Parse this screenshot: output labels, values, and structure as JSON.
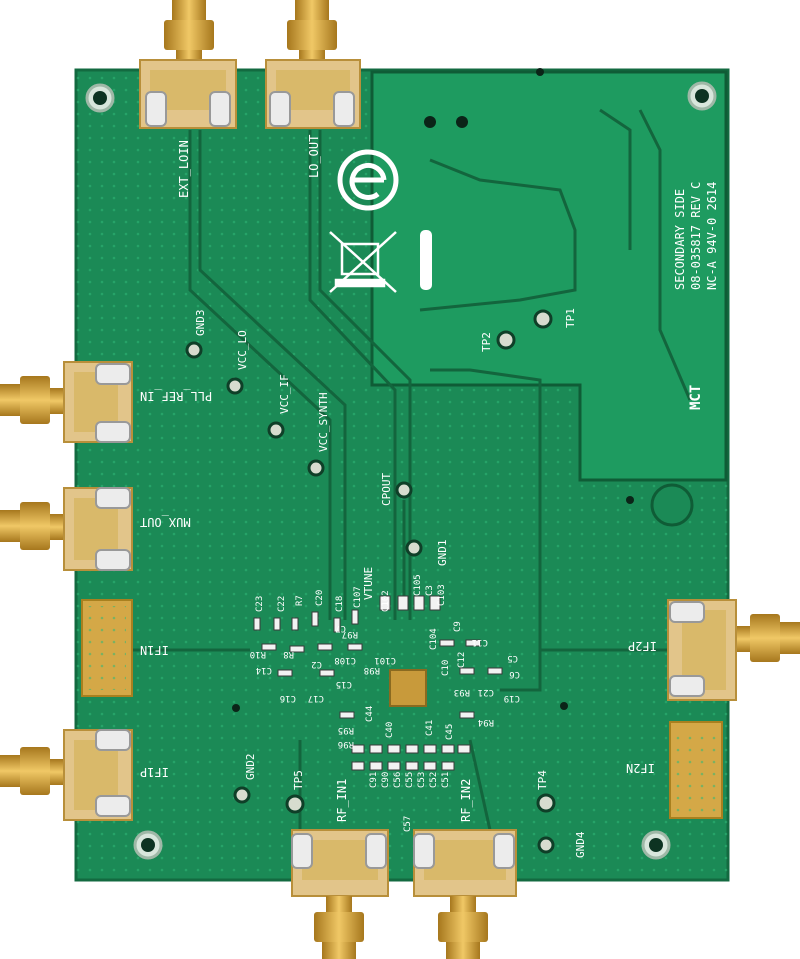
{
  "connectors": {
    "top": [
      "EXT_LOIN",
      "LO_OUT"
    ],
    "left": [
      "PLL_REF_IN",
      "MUX_OUT",
      "IF1N",
      "IF1P"
    ],
    "right": [
      "IF2P",
      "IF2N"
    ],
    "bottom": [
      "RF_IN1",
      "RF_IN2"
    ]
  },
  "test_points": {
    "gnd3": "GND3",
    "vcc_lo": "VCC_LO",
    "vcc_if": "VCC_IF",
    "vcc_synth": "VCC_SYNTH",
    "vtune": "VTUNE",
    "cpout": "CPOUT",
    "gnd1": "GND1",
    "gnd2": "GND2",
    "gnd4": "GND4",
    "tp1": "TP1",
    "tp2": "TP2",
    "tp4": "TP4",
    "tp5": "TP5"
  },
  "board_marking": {
    "side": "SECONDARY SIDE",
    "part": "08-035817 REV C",
    "rating": "NC-A 94V-0 2614",
    "logo": "MCT"
  },
  "components": [
    "C23",
    "C22",
    "R7",
    "C20",
    "C18",
    "C107",
    "C102",
    "C105",
    "C103",
    "C3",
    "C11",
    "R10",
    "R8",
    "R97",
    "C7",
    "C14",
    "C2",
    "C108",
    "C101",
    "R98",
    "C104",
    "C9",
    "C12",
    "C5",
    "C6",
    "C16",
    "C17",
    "C15",
    "R93",
    "C21",
    "C19",
    "C44",
    "R95",
    "R96",
    "C40",
    "C41",
    "C45",
    "R94",
    "C91",
    "C90",
    "C56",
    "C55",
    "C53",
    "C52",
    "C51",
    "C57",
    "C10"
  ],
  "colors": {
    "board": "#1b8a56",
    "copper": "#1f9a60",
    "gold": "#d7a53a",
    "silk": "#ffffff"
  }
}
